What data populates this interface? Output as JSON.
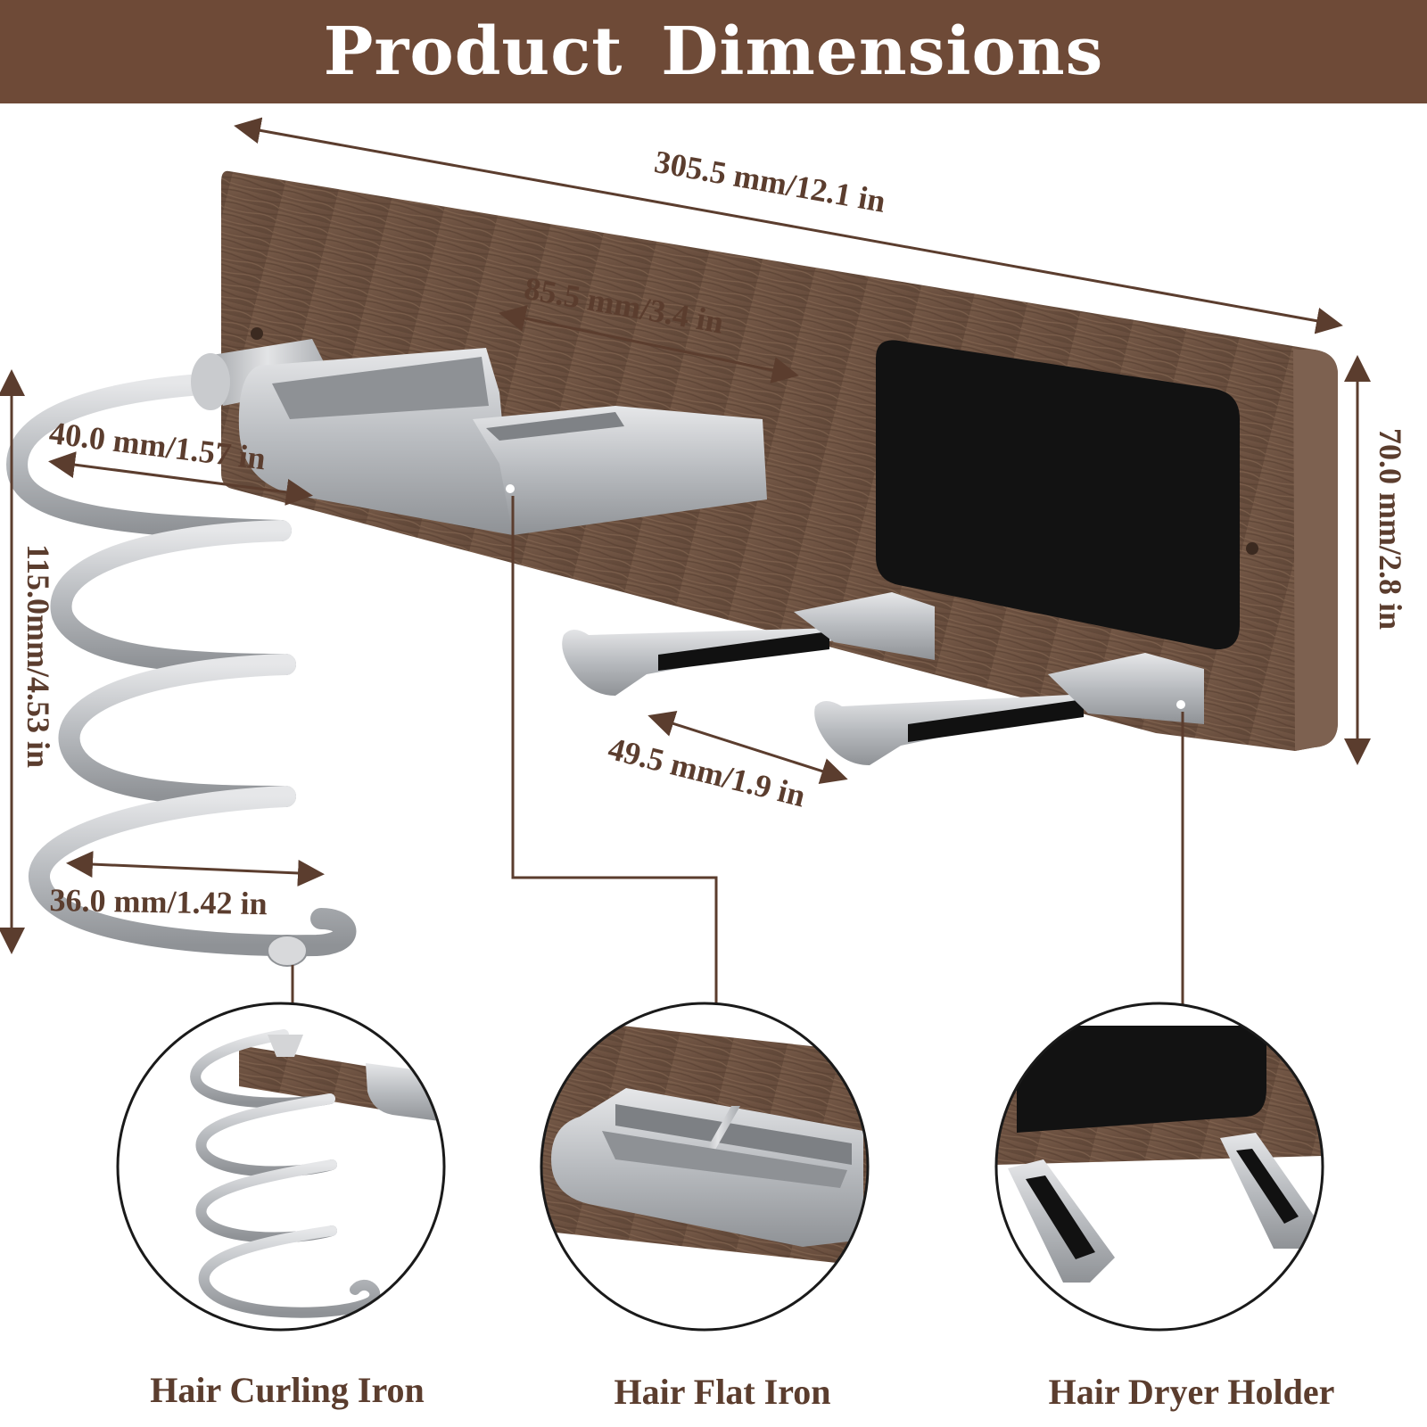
{
  "header": {
    "title": "Product Dimensions"
  },
  "dimensions": {
    "overall_length": "305.5 mm/12.1 in",
    "flat_iron_width": "85.5 mm/3.4 in",
    "height": "70.0 mm/2.8 in",
    "spiral_outer": "40.0 mm/1.57 in",
    "spiral_height": "115.0mm/4.53 in",
    "spiral_inner": "36.0 mm/1.42 in",
    "hook_spacing": "49.5 mm/1.9 in"
  },
  "captions": {
    "curling": "Hair Curling Iron",
    "flat": "Hair Flat Iron",
    "dryer": "Hair Dryer Holder"
  },
  "colors": {
    "banner": "#6e4a37",
    "wood": "#6b5242",
    "text": "#5b3d2e",
    "metal": "#b9bcc0",
    "pad": "#111111"
  }
}
